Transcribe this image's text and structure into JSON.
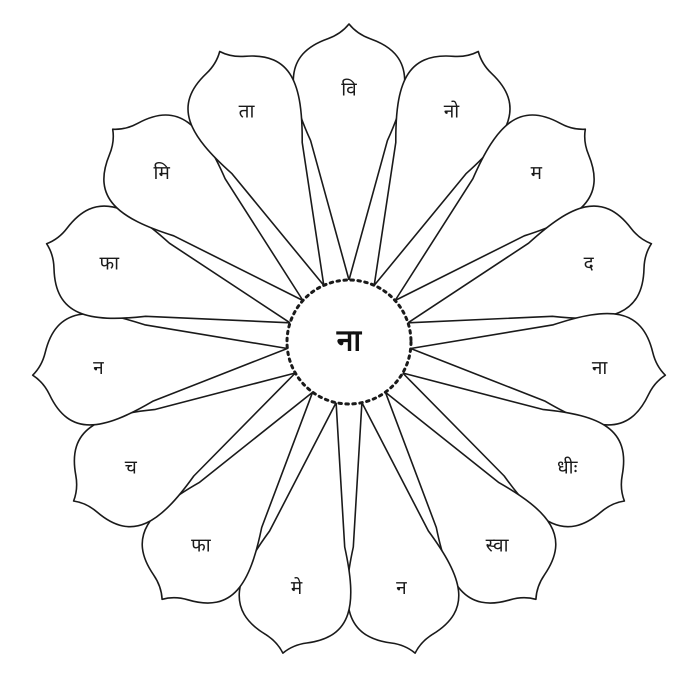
{
  "center": {
    "label": "ना"
  },
  "petals": [
    {
      "label": "वि"
    },
    {
      "label": "नो"
    },
    {
      "label": "म"
    },
    {
      "label": "द"
    },
    {
      "label": "ना"
    },
    {
      "label": "धीः"
    },
    {
      "label": "स्वा"
    },
    {
      "label": "न"
    },
    {
      "label": "मे"
    },
    {
      "label": "फा"
    },
    {
      "label": "च"
    },
    {
      "label": "न"
    },
    {
      "label": "फा"
    },
    {
      "label": "मि"
    },
    {
      "label": "ता"
    }
  ]
}
